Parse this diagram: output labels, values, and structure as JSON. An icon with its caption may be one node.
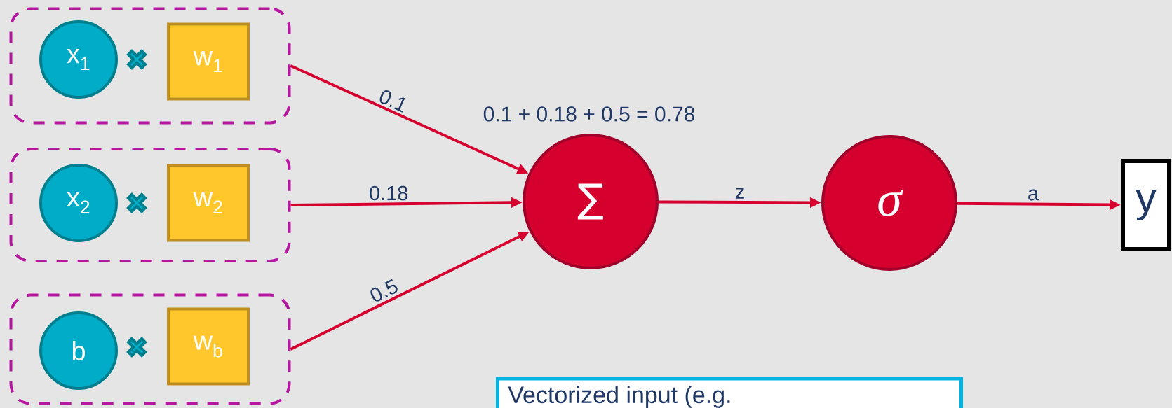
{
  "diagram": {
    "nodes": [
      {
        "text": [],
        "shape": "box"
      },
      {
        "text": [
          "x$_{1}$"
        ],
        "in": 0
      },
      {
        "text": [
          "w$_{1}$"
        ],
        "in": 0
      },
      {
        "text": [],
        "shape": "box"
      },
      {
        "text": [
          "x$_{2}$"
        ],
        "in": 3
      },
      {
        "text": [
          "w$_{2}$"
        ],
        "in": 3
      },
      {
        "text": [],
        "shape": "box"
      },
      {
        "text": [
          "b"
        ],
        "in": 6
      },
      {
        "text": [
          "w$_{b}$"
        ],
        "in": 6
      },
      {
        "text": [
          "∑"
        ]
      },
      {
        "text": [
          "σ"
        ]
      },
      {
        "text": [
          "y"
        ]
      },
      {
        "text": [
          "Vectorized input (e.g."
        ]
      }
    ],
    "edges": [
      {
        "from": 0,
        "to": 9,
        "arrow": "to",
        "label": "0.1"
      },
      {
        "from": 3,
        "to": 9,
        "arrow": "to",
        "label": "0.18"
      },
      {
        "from": 6,
        "to": 9,
        "arrow": "to",
        "label": "0.5"
      },
      {
        "from": 9,
        "to": 10,
        "arrow": "to",
        "label": "z"
      },
      {
        "from": 10,
        "to": 11,
        "arrow": "to",
        "label": "a"
      }
    ],
    "labels": [
      "0.1 + 0.18 + 0.5 = 0.78"
    ]
  }
}
